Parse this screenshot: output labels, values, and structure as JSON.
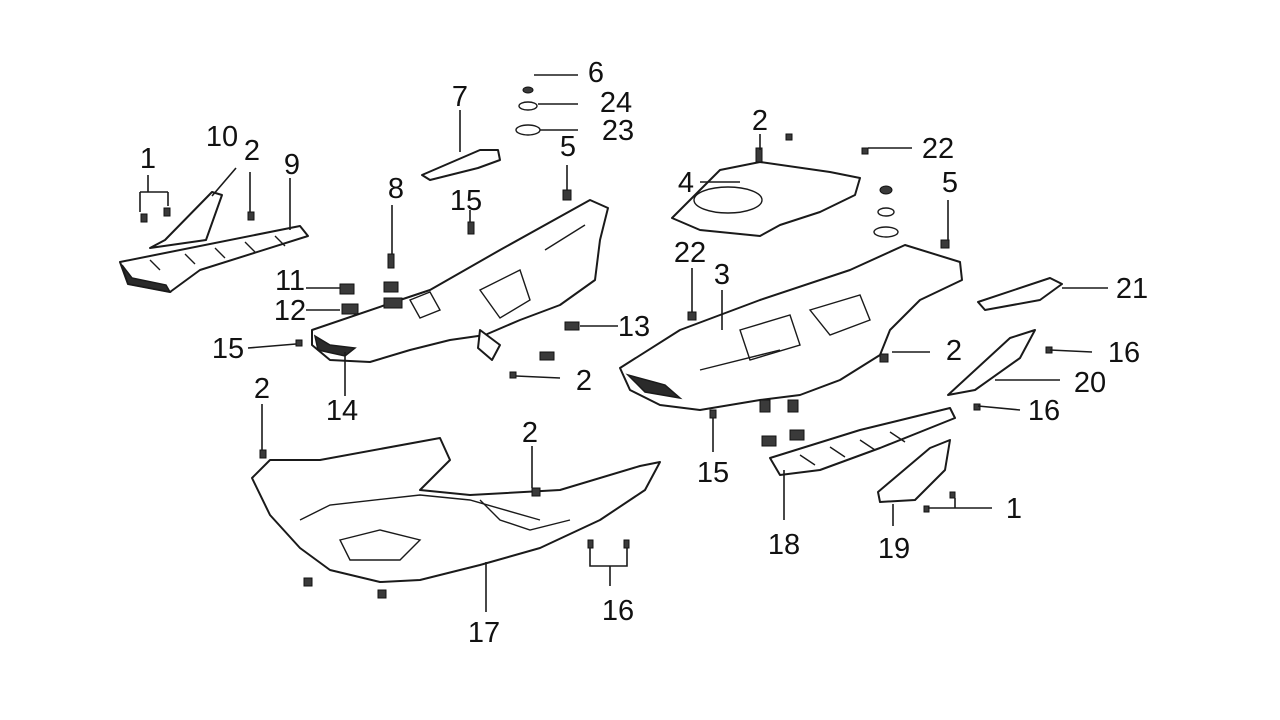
{
  "callouts": [
    {
      "id": "c1a",
      "text": "1"
    },
    {
      "id": "c10",
      "text": "10"
    },
    {
      "id": "c2a",
      "text": "2"
    },
    {
      "id": "c9",
      "text": "9"
    },
    {
      "id": "c7",
      "text": "7"
    },
    {
      "id": "c6",
      "text": "6"
    },
    {
      "id": "c24",
      "text": "24"
    },
    {
      "id": "c23",
      "text": "23"
    },
    {
      "id": "c5a",
      "text": "5"
    },
    {
      "id": "c8",
      "text": "8"
    },
    {
      "id": "c15a",
      "text": "15"
    },
    {
      "id": "c11",
      "text": "11"
    },
    {
      "id": "c12",
      "text": "12"
    },
    {
      "id": "c13",
      "text": "13"
    },
    {
      "id": "c15b",
      "text": "15"
    },
    {
      "id": "c14",
      "text": "14"
    },
    {
      "id": "c2b",
      "text": "2"
    },
    {
      "id": "c2c",
      "text": "2"
    },
    {
      "id": "c2d",
      "text": "2"
    },
    {
      "id": "c17",
      "text": "17"
    },
    {
      "id": "c16a",
      "text": "16"
    },
    {
      "id": "c2e",
      "text": "2"
    },
    {
      "id": "c22a",
      "text": "22"
    },
    {
      "id": "c4",
      "text": "4"
    },
    {
      "id": "c5b",
      "text": "5"
    },
    {
      "id": "c22b",
      "text": "22"
    },
    {
      "id": "c3",
      "text": "3"
    },
    {
      "id": "c21",
      "text": "21"
    },
    {
      "id": "c2f",
      "text": "2"
    },
    {
      "id": "c16b",
      "text": "16"
    },
    {
      "id": "c20",
      "text": "20"
    },
    {
      "id": "c16c",
      "text": "16"
    },
    {
      "id": "c15c",
      "text": "15"
    },
    {
      "id": "c18",
      "text": "18"
    },
    {
      "id": "c1b",
      "text": "1"
    },
    {
      "id": "c19",
      "text": "19"
    }
  ]
}
